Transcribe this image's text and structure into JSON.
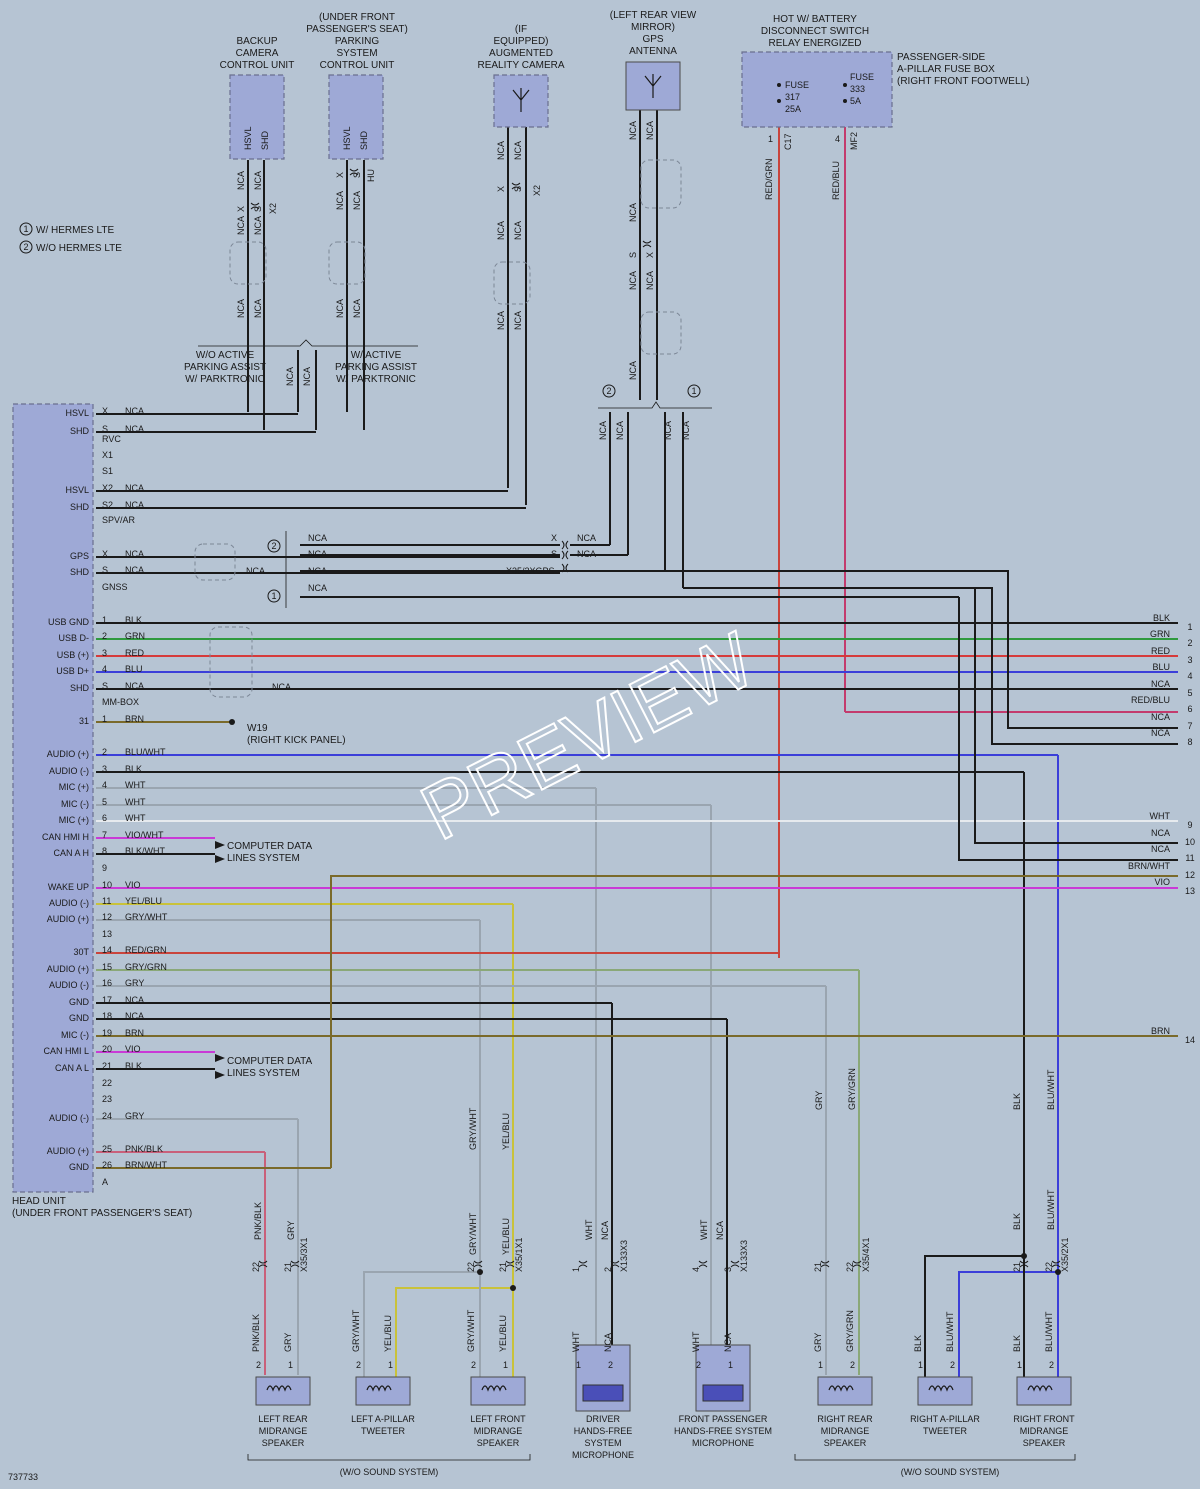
{
  "colors": {
    "black": "#1a1a1a",
    "green": "#2f9a3e",
    "red": "#d63a3a",
    "blue": "#3b3fd9",
    "brown": "#7a6a2a",
    "gray": "#9aa5b0",
    "white": "#e6eaee",
    "violet": "#c93ad6",
    "redgrn": "#c9443c",
    "redblu": "#c33b6d",
    "yellow": "#c9c23a",
    "graygrn": "#8aa878",
    "pink": "#c9607a"
  },
  "legend": {
    "c1": "1",
    "c2": "2",
    "l1": "W/ HERMES LTE",
    "l2": "W/O HERMES LTE"
  },
  "components": {
    "backup_cam": [
      "BACKUP",
      "CAMERA",
      "CONTROL UNIT"
    ],
    "parking": [
      "(UNDER FRONT",
      "PASSENGER'S SEAT)",
      "PARKING",
      "SYSTEM",
      "CONTROL UNIT"
    ],
    "ar_cam": [
      "(IF",
      "EQUIPPED)",
      "AUGMENTED",
      "REALITY CAMERA"
    ],
    "gps": [
      "(LEFT REAR VIEW",
      "MIRROR)",
      "GPS",
      "ANTENNA"
    ],
    "hot": [
      "HOT W/ BATTERY",
      "DISCONNECT SWITCH",
      "RELAY ENERGIZED"
    ],
    "fusebox": [
      "PASSENGER-SIDE",
      "A-PILLAR FUSE BOX",
      "(RIGHT FRONT FOOTWELL)"
    ],
    "fuse317": [
      "FUSE",
      "317",
      "25A"
    ],
    "fuse333": [
      "FUSE",
      "333",
      "5A"
    ],
    "head_unit": [
      "HEAD UNIT",
      "(UNDER FRONT PASSENGER'S SEAT)"
    ],
    "w19": [
      "W19",
      "(RIGHT KICK PANEL)"
    ],
    "cds1": [
      "COMPUTER DATA",
      "LINES SYSTEM"
    ],
    "cds2": [
      "COMPUTER DATA",
      "LINES SYSTEM"
    ],
    "wo_pa": [
      "W/O ACTIVE",
      "PARKING ASSIST",
      "W/ PARKTRONIC"
    ],
    "w_pa": [
      "W/ ACTIVE",
      "PARKING ASSIST",
      "W/ PARKTRONIC"
    ]
  },
  "pin_labels": {
    "hsvl": "HSVL",
    "shd": "SHD",
    "hu": "HU",
    "x": "X",
    "s": "S",
    "x2": "X2",
    "nca": "NCA",
    "c17": "C17",
    "mf2": "MF2",
    "p1": "1",
    "p4": "4",
    "redgrn": "RED/GRN",
    "redblu": "RED/BLU",
    "fuse_c1": "C17",
    "fuse_c2": "MF2"
  },
  "head_pins": [
    {
      "label": "HSVL",
      "pin": "X",
      "wire": "NCA"
    },
    {
      "label": "SHD",
      "pin": "S",
      "wire": "NCA"
    },
    {
      "label": "",
      "pin": "RVC",
      "wire": ""
    },
    {
      "label": "",
      "pin": "X1",
      "wire": ""
    },
    {
      "label": "",
      "pin": "S1",
      "wire": ""
    },
    {
      "label": "HSVL",
      "pin": "X2",
      "wire": "NCA"
    },
    {
      "label": "SHD",
      "pin": "S2",
      "wire": "NCA"
    },
    {
      "label": "",
      "pin": "SPV/AR",
      "wire": ""
    },
    {
      "label": "GPS",
      "pin": "X",
      "wire": "NCA"
    },
    {
      "label": "SHD",
      "pin": "S",
      "wire": "NCA"
    },
    {
      "label": "",
      "pin": "GNSS",
      "wire": ""
    },
    {
      "label": "USB GND",
      "pin": "1",
      "wire": "BLK"
    },
    {
      "label": "USB D-",
      "pin": "2",
      "wire": "GRN"
    },
    {
      "label": "USB (+)",
      "pin": "3",
      "wire": "RED"
    },
    {
      "label": "USB D+",
      "pin": "4",
      "wire": "BLU"
    },
    {
      "label": "SHD",
      "pin": "S",
      "wire": "NCA"
    },
    {
      "label": "",
      "pin": "MM-BOX",
      "wire": ""
    },
    {
      "label": "31",
      "pin": "1",
      "wire": "BRN"
    },
    {
      "label": "AUDIO (+)",
      "pin": "2",
      "wire": "BLU/WHT"
    },
    {
      "label": "AUDIO (-)",
      "pin": "3",
      "wire": "BLK"
    },
    {
      "label": "MIC (+)",
      "pin": "4",
      "wire": "WHT"
    },
    {
      "label": "MIC (-)",
      "pin": "5",
      "wire": "WHT"
    },
    {
      "label": "MIC (+)",
      "pin": "6",
      "wire": "WHT"
    },
    {
      "label": "CAN HMI H",
      "pin": "7",
      "wire": "VIO/WHT"
    },
    {
      "label": "CAN A H",
      "pin": "8",
      "wire": "BLK/WHT"
    },
    {
      "label": "",
      "pin": "9",
      "wire": ""
    },
    {
      "label": "WAKE UP",
      "pin": "10",
      "wire": "VIO"
    },
    {
      "label": "AUDIO (-)",
      "pin": "11",
      "wire": "YEL/BLU"
    },
    {
      "label": "AUDIO (+)",
      "pin": "12",
      "wire": "GRY/WHT"
    },
    {
      "label": "",
      "pin": "13",
      "wire": ""
    },
    {
      "label": "30T",
      "pin": "14",
      "wire": "RED/GRN"
    },
    {
      "label": "AUDIO (+)",
      "pin": "15",
      "wire": "GRY/GRN"
    },
    {
      "label": "AUDIO (-)",
      "pin": "16",
      "wire": "GRY"
    },
    {
      "label": "GND",
      "pin": "17",
      "wire": "NCA"
    },
    {
      "label": "GND",
      "pin": "18",
      "wire": "NCA"
    },
    {
      "label": "MIC (-)",
      "pin": "19",
      "wire": "BRN"
    },
    {
      "label": "CAN HMI L",
      "pin": "20",
      "wire": "VIO"
    },
    {
      "label": "CAN A L",
      "pin": "21",
      "wire": "BLK"
    },
    {
      "label": "",
      "pin": "22",
      "wire": ""
    },
    {
      "label": "",
      "pin": "23",
      "wire": ""
    },
    {
      "label": "AUDIO (-)",
      "pin": "24",
      "wire": "GRY"
    },
    {
      "label": "",
      "pin": "",
      "wire": ""
    },
    {
      "label": "AUDIO (+)",
      "pin": "25",
      "wire": "PNK/BLK"
    },
    {
      "label": "GND",
      "pin": "26",
      "wire": "BRN/WHT"
    },
    {
      "label": "",
      "pin": "A",
      "wire": ""
    }
  ],
  "right_edge": [
    {
      "wire": "BLK",
      "num": "1"
    },
    {
      "wire": "GRN",
      "num": "2"
    },
    {
      "wire": "RED",
      "num": "3"
    },
    {
      "wire": "BLU",
      "num": "4"
    },
    {
      "wire": "NCA",
      "num": "5"
    },
    {
      "wire": "RED/BLU",
      "num": "6"
    },
    {
      "wire": "NCA",
      "num": "7"
    },
    {
      "wire": "NCA",
      "num": "8"
    },
    {
      "wire": "WHT",
      "num": "9"
    },
    {
      "wire": "NCA",
      "num": "10"
    },
    {
      "wire": "NCA",
      "num": "11"
    },
    {
      "wire": "BRN/WHT",
      "num": "12"
    },
    {
      "wire": "VIO",
      "num": "13"
    },
    {
      "wire": "BRN",
      "num": "14"
    }
  ],
  "gps_branch": {
    "x": "X",
    "s": "S",
    "conn": "X35/2XGPS",
    "mid": "NCA",
    "n1": "NCA",
    "n2": "NCA",
    "n3": "NCA",
    "n4": "NCA"
  },
  "mm_nca": "NCA",
  "speakers": [
    {
      "name": [
        "LEFT REAR",
        "MIDRANGE",
        "SPEAKER"
      ],
      "w1": "PNK/BLK",
      "w2": "GRY",
      "c1": "22",
      "c2": "21",
      "conn": "X35/3X1",
      "p1": "2",
      "p2": "1"
    },
    {
      "name": [
        "LEFT A-PILLAR",
        "TWEETER"
      ],
      "w1": "GRY/WHT",
      "w2": "YEL/BLU",
      "c1": "",
      "c2": "",
      "conn": "",
      "p1": "2",
      "p2": "1"
    },
    {
      "name": [
        "LEFT FRONT",
        "MIDRANGE",
        "SPEAKER"
      ],
      "w1": "GRY/WHT",
      "w2": "YEL/BLU",
      "c1": "22",
      "c2": "21",
      "conn": "X35/1X1",
      "p1": "2",
      "p2": "1"
    },
    {
      "name": [
        "DRIVER",
        "HANDS-FREE",
        "SYSTEM",
        "MICROPHONE"
      ],
      "w1": "WHT",
      "w2": "NCA",
      "c1": "1",
      "c2": "2",
      "conn": "X133X3",
      "p1": "1",
      "p2": "2"
    },
    {
      "name": [
        "FRONT PASSENGER",
        "HANDS-FREE SYSTEM",
        "MICROPHONE"
      ],
      "w1": "WHT",
      "w2": "NCA",
      "c1": "4",
      "c2": "3",
      "conn": "X133X3",
      "p1": "2",
      "p2": "1"
    },
    {
      "name": [
        "RIGHT REAR",
        "MIDRANGE",
        "SPEAKER"
      ],
      "w1": "GRY",
      "w2": "GRY/GRN",
      "c1": "21",
      "c2": "22",
      "conn": "X35/4X1",
      "p1": "1",
      "p2": "2"
    },
    {
      "name": [
        "RIGHT A-PILLAR",
        "TWEETER"
      ],
      "w1": "BLK",
      "w2": "BLU/WHT",
      "c1": "",
      "c2": "",
      "conn": "",
      "p1": "1",
      "p2": "2"
    },
    {
      "name": [
        "RIGHT FRONT",
        "MIDRANGE",
        "SPEAKER"
      ],
      "w1": "BLK",
      "w2": "BLU/WHT",
      "c1": "21",
      "c2": "22",
      "conn": "X35/2X1",
      "p1": "1",
      "p2": "2"
    }
  ],
  "bottom_labels": {
    "left": "(W/O SOUND SYSTEM)",
    "right": "(W/O SOUND SYSTEM)"
  },
  "diagram_id": "737733",
  "watermark": "PREVIEW"
}
